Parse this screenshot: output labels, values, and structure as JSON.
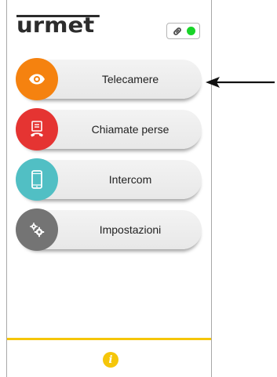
{
  "header": {
    "logo_text": "urmet",
    "connection": {
      "icon": "link-icon",
      "status_color": "#18d428"
    }
  },
  "menu": {
    "items": [
      {
        "label": "Telecamere",
        "icon": "eye-icon",
        "color": "#f5820f"
      },
      {
        "label": "Chiamate perse",
        "icon": "missed-call-icon",
        "color": "#e53432"
      },
      {
        "label": "Intercom",
        "icon": "smartphone-icon",
        "color": "#51bfc4"
      },
      {
        "label": "Impostazioni",
        "icon": "gears-icon",
        "color": "#747474"
      }
    ]
  },
  "footer": {
    "info_icon": "info-icon",
    "info_glyph": "i",
    "accent_color": "#f5c60a"
  },
  "annotation": {
    "arrow_icon": "arrow-left-icon"
  }
}
